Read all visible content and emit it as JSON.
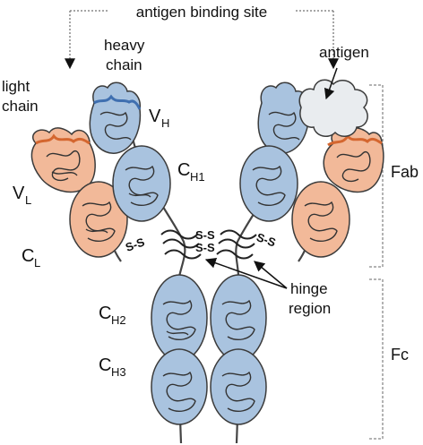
{
  "labels": {
    "antigen_binding_site": "antigen binding site",
    "antigen": "antigen",
    "heavy_chain_line1": "heavy",
    "heavy_chain_line2": "chain",
    "light_chain_line1": "light",
    "light_chain_line2": "chain",
    "vh_main": "V",
    "vh_sub": "H",
    "ch1_main": "C",
    "ch1_sub": "H1",
    "vl_main": "V",
    "vl_sub": "L",
    "cl_main": "C",
    "cl_sub": "L",
    "ch2_main": "C",
    "ch2_sub": "H2",
    "ch3_main": "C",
    "ch3_sub": "H3",
    "fab": "Fab",
    "fc": "Fc",
    "hinge_line1": "hinge",
    "hinge_line2": "region",
    "ss_left_light": "S-S",
    "ss_right_light": "S-S",
    "ss_hinge_top": "S-S",
    "ss_hinge_bottom": "S-S"
  },
  "colors": {
    "heavy_domain": "#a9c3df",
    "heavy_variable": "#5b86bd",
    "light_domain": "#f2b999",
    "light_variable": "#e98a5b",
    "antigen": "#e9ecef",
    "outline": "#3b3b3b",
    "bracket": "#9a9a9a"
  }
}
